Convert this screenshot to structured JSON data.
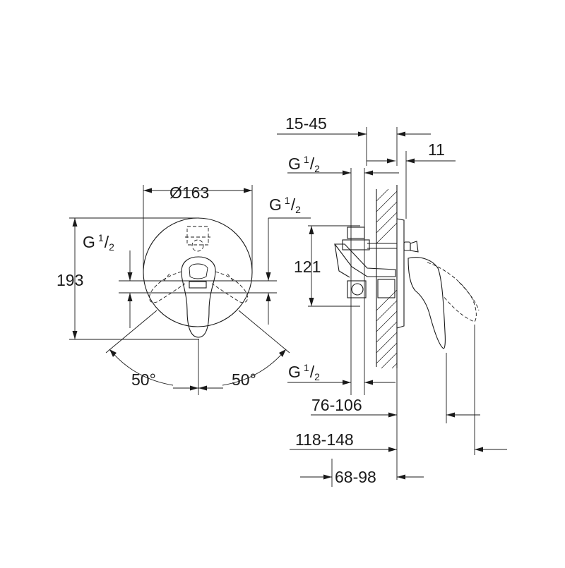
{
  "front_view": {
    "diameter_label": "Ø163",
    "height_label": "193",
    "thread_left": {
      "main": "G",
      "num": "1",
      "den": "2"
    },
    "thread_right": {
      "main": "G",
      "num": "1",
      "den": "2"
    },
    "angle_left": "50°",
    "angle_right": "50°"
  },
  "side_view": {
    "wall_depth_label": "15-45",
    "plate_label": "11",
    "body_height_label": "121",
    "thread_top": {
      "main": "G",
      "num": "1",
      "den": "2"
    },
    "thread_bottom": {
      "main": "G",
      "num": "1",
      "den": "2"
    },
    "depth_a_label": "76-106",
    "depth_b_label": "118-148",
    "depth_c_label": "68-98"
  }
}
